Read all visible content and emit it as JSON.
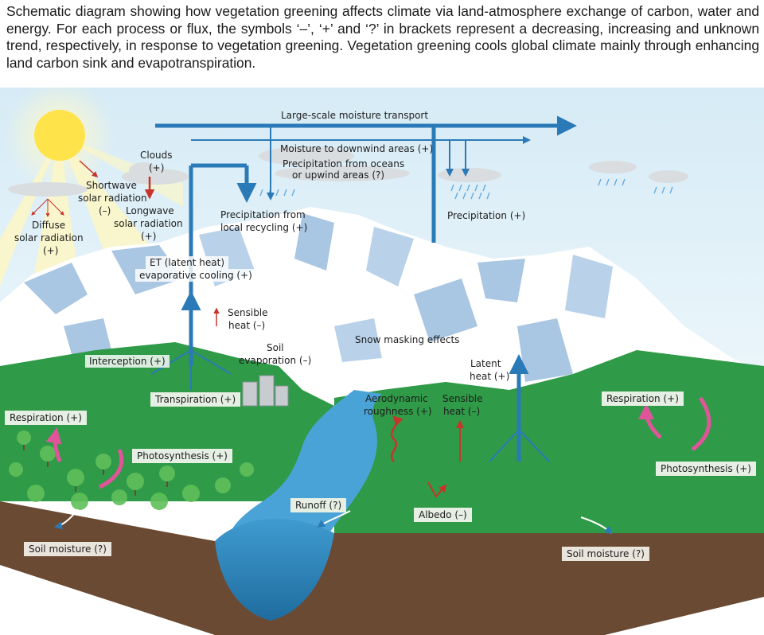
{
  "caption": "Schematic diagram showing how vegetation greening affects climate via land-atmosphere exchange of carbon, water and energy. For each process or flux, the symbols ‘–’, ‘+’ and ‘?’ in brackets represent a decreasing, increasing and unknown trend, respectively, in response to vegetation greening. Vegetation greening cools global climate mainly through enhancing land carbon sink and evapotranspiration.",
  "labels": {
    "large_scale": "Large-scale moisture transport",
    "moisture_downwind": "Moisture to downwind areas (+)",
    "precip_oceans_1": "Precipitation from oceans",
    "precip_oceans_2": "or upwind areas (?)",
    "clouds_1": "Clouds",
    "clouds_2": "(+)",
    "shortwave_1": "Shortwave",
    "shortwave_2": "solar radiation",
    "shortwave_3": "(–)",
    "longwave_1": "Longwave",
    "longwave_2": "solar radiation",
    "longwave_3": "(+)",
    "diffuse_1": "Diffuse",
    "diffuse_2": "solar radiation",
    "diffuse_3": "(+)",
    "precip_local_1": "Precipitation from",
    "precip_local_2": "local recycling (+)",
    "precipitation": "Precipitation (+)",
    "et_1": "ET (latent heat)",
    "et_2": "evaporative cooling (+)",
    "sensible_left_1": "Sensible",
    "sensible_left_2": "heat (–)",
    "soil_evap_1": "Soil",
    "soil_evap_2": "evaporation (–)",
    "snow_masking": "Snow masking effects",
    "interception": "Interception (+)",
    "transpiration": "Transpiration (+)",
    "respiration_left": "Respiration (+)",
    "photosynthesis_left": "Photosynthesis (+)",
    "latent_right_1": "Latent",
    "latent_right_2": "heat (+)",
    "aero_1": "Aerodynamic",
    "aero_2": "roughness (+)",
    "sensible_right_1": "Sensible",
    "sensible_right_2": "heat (–)",
    "respiration_right": "Respiration (+)",
    "photosynthesis_right": "Photosynthesis (+)",
    "runoff": "Runoff (?)",
    "albedo": "Albedo (–)",
    "soil_moisture_left": "Soil moisture (?)",
    "soil_moisture_right": "Soil moisture (?)"
  },
  "colors": {
    "flux_arrow": "#2a7ab8",
    "carbon_arrow": "#e0559a",
    "radiation_arrow": "#c8342a",
    "forest": "#2f9a48",
    "snow": "#ffffff",
    "rock": "#a9c6e3",
    "sky": "#cfe6f3",
    "soil": "#6b4a33",
    "water": "#2f86c0"
  }
}
